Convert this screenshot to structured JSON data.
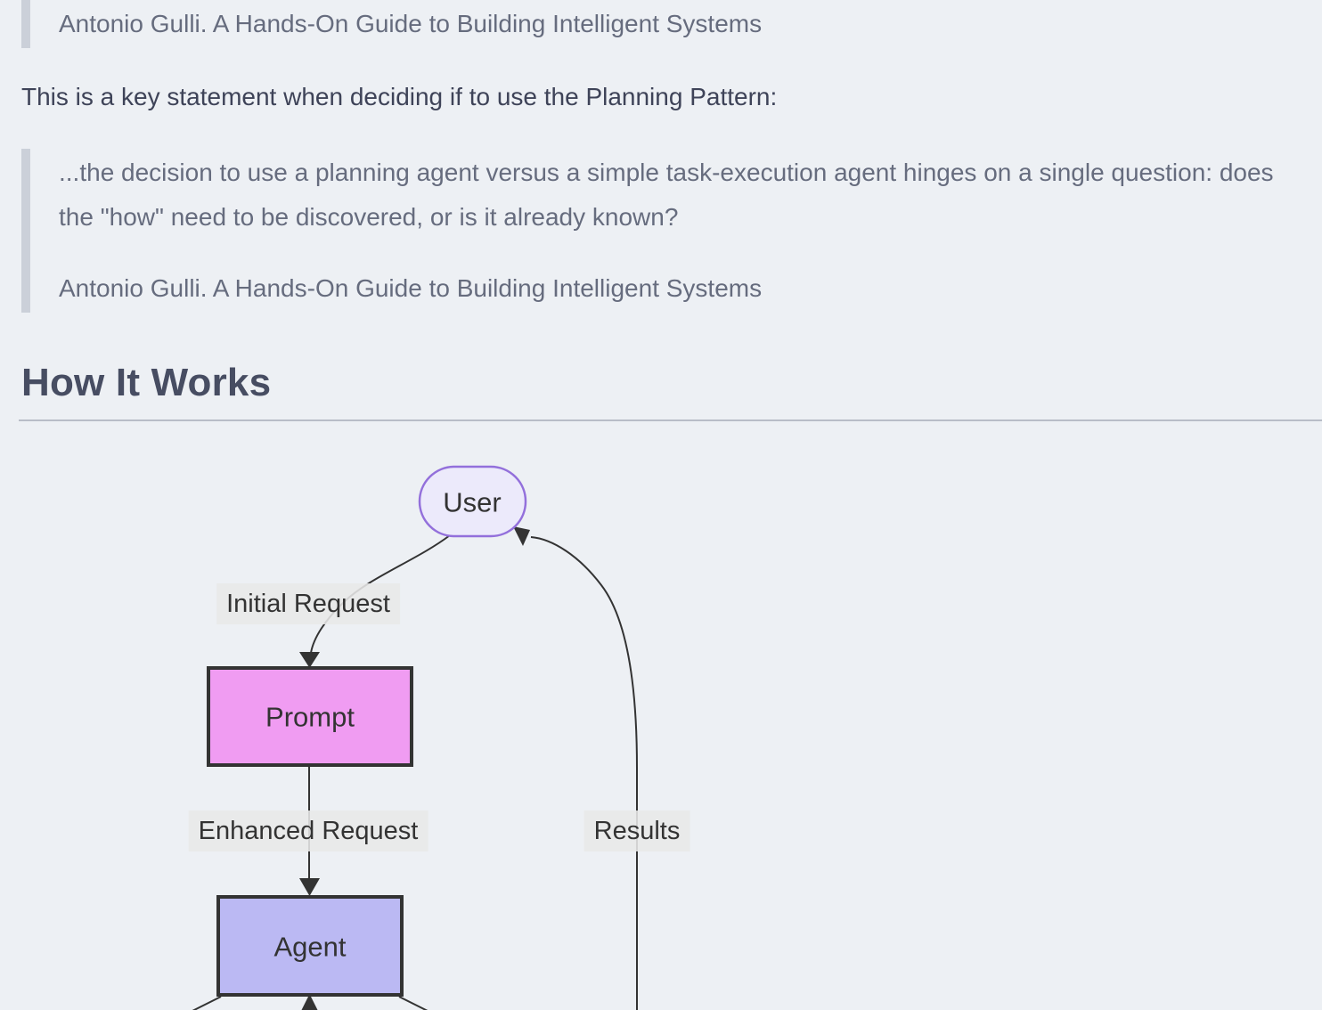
{
  "document": {
    "quote_top": {
      "attribution": "Antonio Gulli. A Hands-On Guide to Building Intelligent Systems"
    },
    "intro": "This is a key statement when deciding if to use the Planning Pattern:",
    "quote_main": {
      "line": "...the decision to use a planning agent versus a simple task-execution agent hinges on a single question: does the \"how\" need to be discovered, or is it already known?",
      "attribution": "Antonio Gulli. A Hands-On Guide to Building Intelligent Systems"
    },
    "section_heading": "How It Works"
  },
  "diagram": {
    "type": "flowchart",
    "direction": "top-down",
    "nodes": [
      {
        "id": "user",
        "label": "User",
        "shape": "stadium",
        "fill": "#ECEAFB",
        "stroke": "#9370DB"
      },
      {
        "id": "prompt",
        "label": "Prompt",
        "shape": "rectangle",
        "fill": "#F09CF2",
        "stroke": "#333333"
      },
      {
        "id": "agent",
        "label": "Agent",
        "shape": "rectangle",
        "fill": "#BBB9F3",
        "stroke": "#333333"
      }
    ],
    "edges": [
      {
        "from": "User",
        "to": "Prompt",
        "label": "Initial Request"
      },
      {
        "from": "Prompt",
        "to": "Agent",
        "label": "Enhanced Request"
      },
      {
        "from": "Agent",
        "to": "User",
        "label": "Results"
      }
    ],
    "edge_color": "#333333",
    "label_background": "#e8e8e8"
  },
  "colors": {
    "page_background": "#edf0f4",
    "body_text": "#3e4358",
    "quote_text": "#666c7e",
    "quote_bar": "#cbd0d9",
    "heading_text": "#474d62",
    "divider": "#b8bdc7"
  }
}
